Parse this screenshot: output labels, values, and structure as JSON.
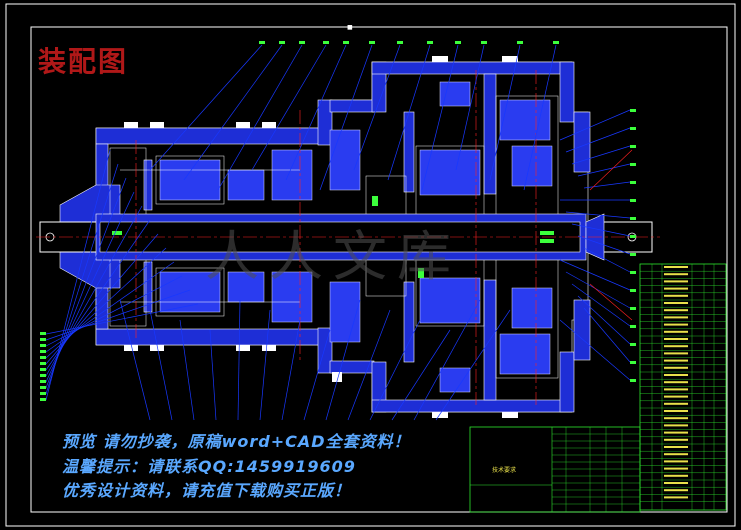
{
  "drawing": {
    "title": "装配图",
    "header_mark": "■",
    "table_header": "技术要求"
  },
  "watermark": "人人文库",
  "promo": {
    "line1": "预览 请勿抄袭，原稿word+CAD全套资料！",
    "line2": "温馨提示：请联系QQ:1459919609",
    "line3": "优秀设计资料，请充值下载购买正版！"
  },
  "colors": {
    "background": "#000000",
    "frame": "#ffffff",
    "part_fill": "#1e2ed6",
    "part_edge": "#ffffff",
    "leader": "#1838ff",
    "centerline": "#ff2020",
    "balloon": "#3cff3c",
    "title_red": "#b01818",
    "promo_blue": "#5aa8ff",
    "table_line": "#2ee82e",
    "table_text": "#e8e04a"
  }
}
